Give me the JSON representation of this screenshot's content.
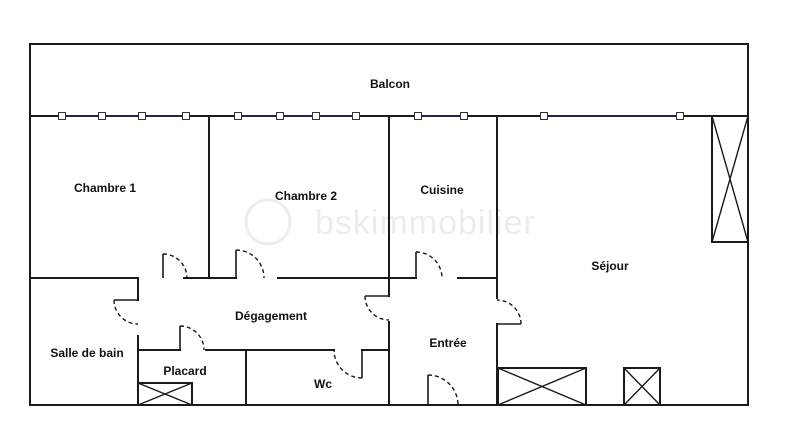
{
  "plan": {
    "rooms": {
      "balcon": "Balcon",
      "chambre1": "Chambre 1",
      "chambre2": "Chambre 2",
      "cuisine": "Cuisine",
      "sejour": "Séjour",
      "degagement": "Dégagement",
      "salle_de_bain": "Salle de bain",
      "entree": "Entrée",
      "placard": "Placard",
      "wc": "Wc"
    },
    "watermark": "bskimmobilier"
  }
}
